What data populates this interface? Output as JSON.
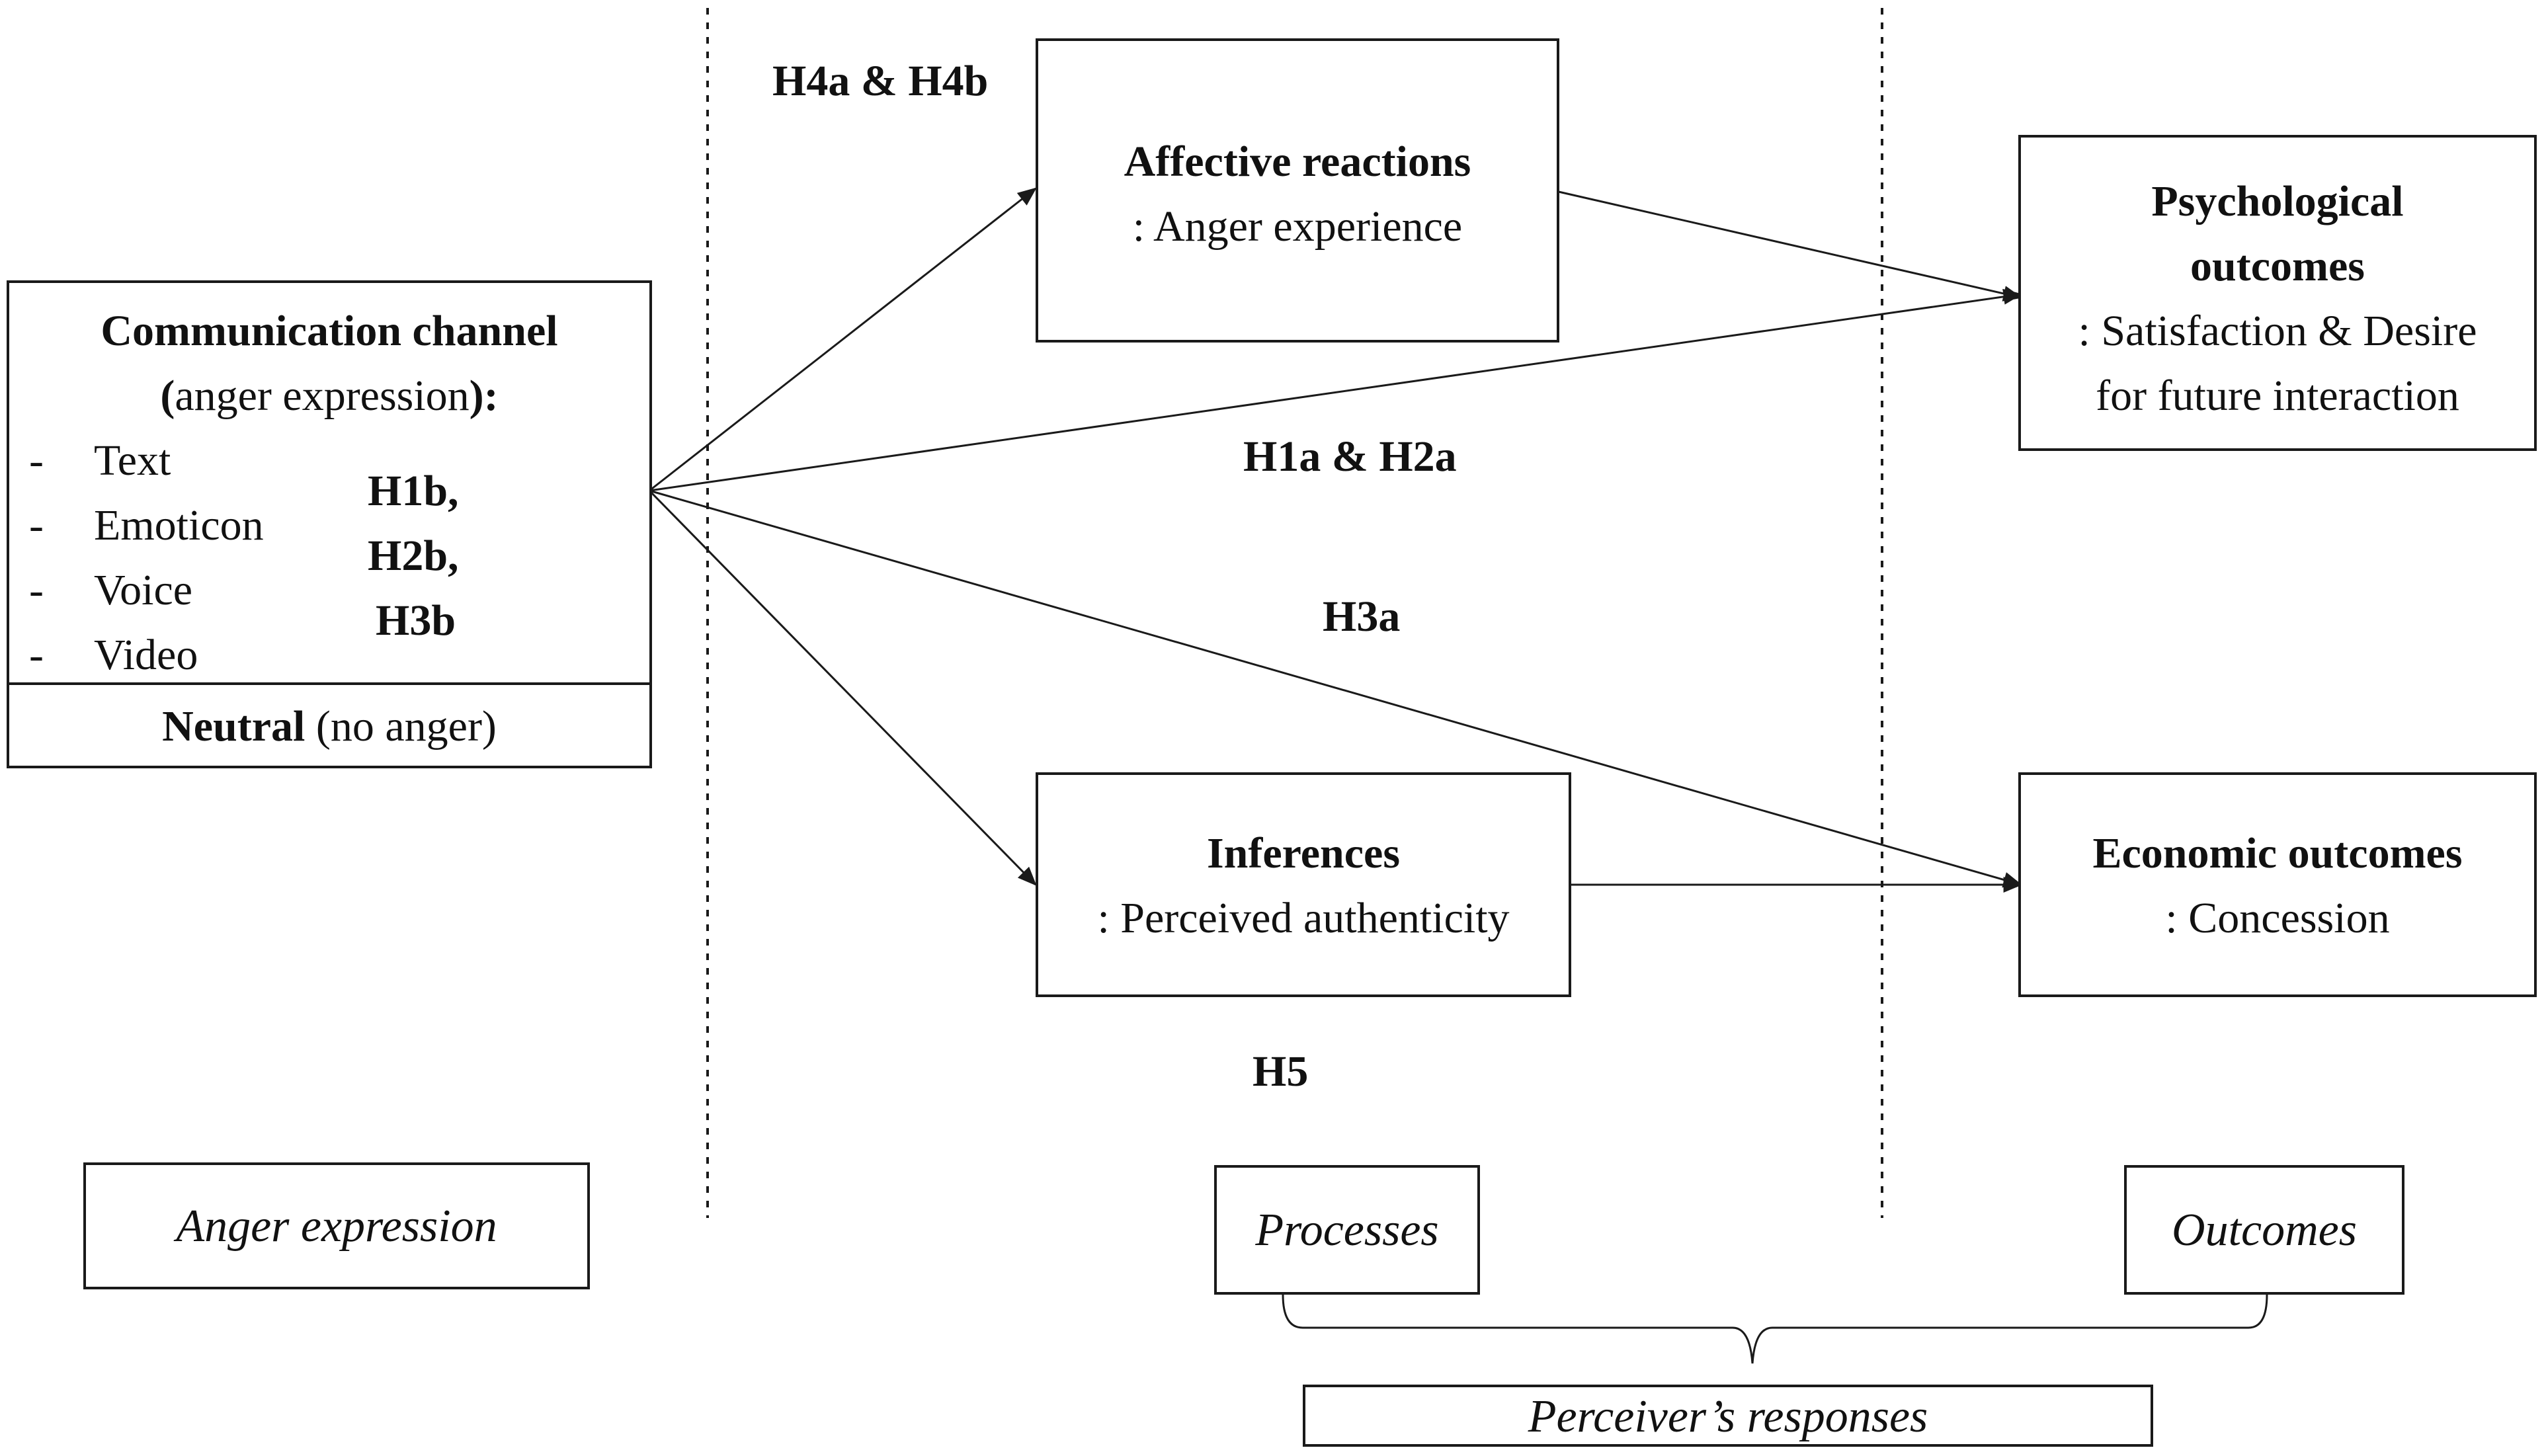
{
  "channel_box": {
    "title": "Communication channel",
    "subtitle_open": "(",
    "subtitle_text": "anger expression",
    "subtitle_close": "):",
    "items": [
      {
        "dash": "-",
        "label": "Text"
      },
      {
        "dash": "-",
        "label": "Emoticon"
      },
      {
        "dash": "-",
        "label": "Voice"
      },
      {
        "dash": "-",
        "label": "Video"
      }
    ],
    "hypotheses": [
      "H1b,",
      "H2b,",
      "H3b"
    ],
    "neutral_bold": "Neutral",
    "neutral_rest": " (no anger)"
  },
  "affective_box": {
    "title": "Affective reactions",
    "subtitle": ": Anger experience"
  },
  "inferences_box": {
    "title": "Inferences",
    "subtitle": ": Perceived authenticity"
  },
  "psych_box": {
    "title_line1": "Psychological",
    "title_line2": "outcomes",
    "subtitle_line1": ": Satisfaction & Desire",
    "subtitle_line2": "for future interaction"
  },
  "economic_box": {
    "title": "Economic outcomes",
    "subtitle": ": Concession"
  },
  "path_labels": {
    "h4": "H4a & H4b",
    "h1_h2": "H1a & H2a",
    "h3a": "H3a",
    "h5": "H5"
  },
  "category_labels": {
    "anger_expression": "Anger expression",
    "processes": "Processes",
    "outcomes": "Outcomes",
    "perceivers_responses": "Perceiver’s responses"
  },
  "colors": {
    "line": "#1a1a1a",
    "text": "#111111",
    "background": "#ffffff"
  }
}
